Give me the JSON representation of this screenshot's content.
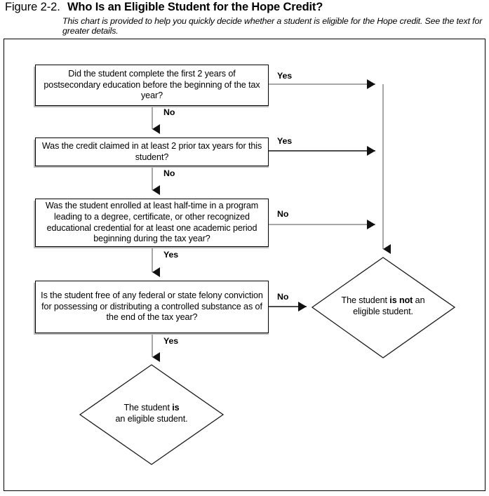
{
  "figure": {
    "label": "Figure 2-2.",
    "title": "Who Is an Eligible Student for the Hope Credit?",
    "subtitle": "This chart is provided to help you quickly decide whether a student is eligible for the Hope credit. See the text for greater details."
  },
  "chart_data": {
    "type": "diagram",
    "diagram_kind": "flowchart",
    "title": "Who Is an Eligible Student for the Hope Credit?",
    "nodes": [
      {
        "id": "q1",
        "shape": "rectangle",
        "text": "Did the student complete the first 2 years of postsecondary education before the beginning of the tax year?"
      },
      {
        "id": "q2",
        "shape": "rectangle",
        "text": "Was the credit claimed in at least 2 prior tax years for this student?"
      },
      {
        "id": "q3",
        "shape": "rectangle",
        "text": "Was the student enrolled at least half-time in a program leading to a degree, certificate, or other recognized educational credential for at least one academic period beginning during the tax year?"
      },
      {
        "id": "q4",
        "shape": "rectangle",
        "text": "Is the student free of any federal or state felony conviction for possessing or distributing a controlled substance as of the end of the tax year?"
      },
      {
        "id": "not_eligible",
        "shape": "diamond",
        "text_parts": [
          "The student ",
          "is not",
          " an eligible student."
        ],
        "text_plain": "The student is not an eligible student."
      },
      {
        "id": "eligible",
        "shape": "diamond",
        "text_parts": [
          "The student ",
          "is",
          " an eligible student."
        ],
        "text_plain": "The student is an eligible student."
      }
    ],
    "edges": [
      {
        "from": "q1",
        "to": "q2",
        "label": "No"
      },
      {
        "from": "q1",
        "to": "not_eligible",
        "label": "Yes"
      },
      {
        "from": "q2",
        "to": "q3",
        "label": "No"
      },
      {
        "from": "q2",
        "to": "not_eligible",
        "label": "Yes"
      },
      {
        "from": "q3",
        "to": "q4",
        "label": "Yes"
      },
      {
        "from": "q3",
        "to": "not_eligible",
        "label": "No"
      },
      {
        "from": "q4",
        "to": "eligible",
        "label": "Yes"
      },
      {
        "from": "q4",
        "to": "not_eligible",
        "label": "No"
      }
    ]
  },
  "boxes": {
    "q1": "Did the student complete the first 2 years of postsecondary education before the beginning of the tax year?",
    "q2": "Was the credit claimed in at least 2 prior tax years for this student?",
    "q3": "Was the student enrolled at least half-time in a program leading to a degree, certificate, or other recognized educational credential for at least one academic period beginning during the tax year?",
    "q4": "Is the student free of any federal or state felony conviction for possessing or distributing a controlled substance as of the end of the tax year?"
  },
  "outcomes": {
    "not_eligible": {
      "lead": "The student ",
      "emphasis": "is not",
      "tail": " an",
      "second_line": "eligible student."
    },
    "eligible": {
      "lead": "The student ",
      "emphasis": "is",
      "second_line": "an eligible student."
    }
  },
  "edge_labels": {
    "q1_down": "No",
    "q1_right": "Yes",
    "q2_down": "No",
    "q2_right": "Yes",
    "q3_down": "Yes",
    "q3_right": "No",
    "q4_down": "Yes",
    "q4_right": "No"
  },
  "colors": {
    "stroke": "#000000",
    "connector": "#777777",
    "shadow": "#b9b9b9",
    "background": "#ffffff"
  }
}
